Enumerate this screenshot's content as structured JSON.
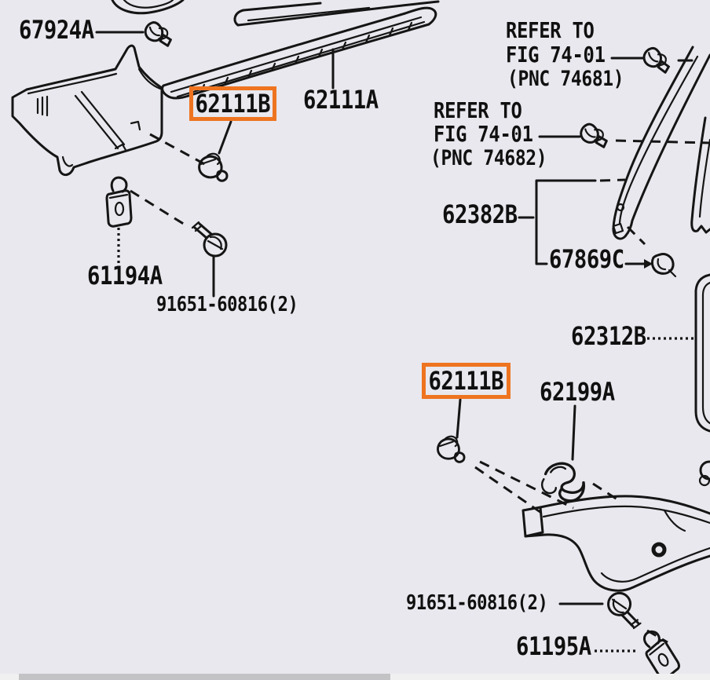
{
  "diagram": {
    "background_color": "#e8e8ee",
    "line_color": "#151515",
    "highlight_color": "#ef7420",
    "highlighted_part_number": "62111B",
    "part_labels": {
      "p67924a": "67924A",
      "p62111a": "62111A",
      "p62111b_1": "62111B",
      "p62382b": "62382B",
      "p67869c": "67869C",
      "p61194a": "61194A",
      "p91651_1": "91651-60816(2)",
      "p62312b": "62312B",
      "p62111b_2": "62111B",
      "p62199a": "62199A",
      "p91651_2": "91651-60816(2)",
      "p61195a": "61195A"
    },
    "reference_notes": {
      "note1": {
        "line1": "REFER TO",
        "line2": "FIG 74-01",
        "line3": "(PNC 74681)"
      },
      "note2": {
        "line1": "REFER TO",
        "line2": "FIG 74-01",
        "line3": "(PNC 74682)"
      }
    },
    "scrollbar": {
      "orientation": "horizontal",
      "thumb_color": "#c3c3c6",
      "track_color": "#f0f0f1"
    }
  }
}
